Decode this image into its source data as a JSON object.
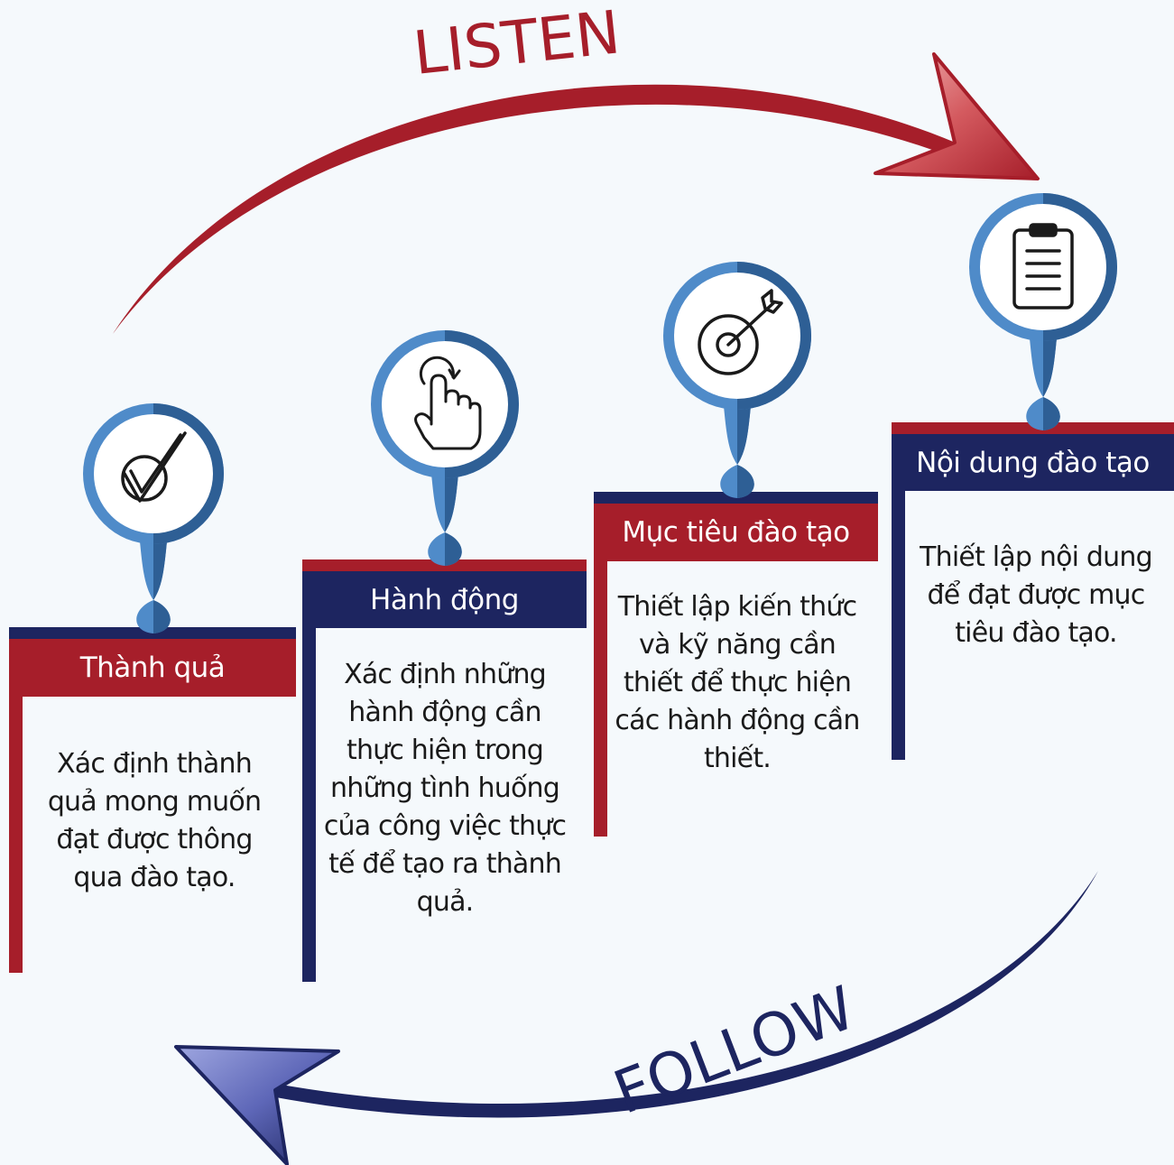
{
  "cycle": {
    "top_label": "LISTEN",
    "bottom_label": "FOLLOW",
    "colors": {
      "red": "#a61e2a",
      "navy": "#1d2560",
      "circle_blue": "#4f8bc9",
      "circle_dark": "#2e5f95"
    }
  },
  "steps": [
    {
      "title": "Thành quả",
      "icon": "checkmark-icon",
      "description": "Xác định thành quả mong muốn đạt được thông qua đào tạo."
    },
    {
      "title": "Hành động",
      "icon": "hand-click-icon",
      "description": "Xác định những hành động cần thực hiện trong những tình huống của công việc thực tế để tạo ra thành quả."
    },
    {
      "title": "Mục tiêu đào tạo",
      "icon": "target-icon",
      "description": "Thiết lập kiến thức và kỹ năng cần thiết để thực hiện các hành động cần thiết."
    },
    {
      "title": "Nội dung đào tạo",
      "icon": "clipboard-icon",
      "description": "Thiết lập nội dung để đạt được mục tiêu đào tạo."
    }
  ]
}
